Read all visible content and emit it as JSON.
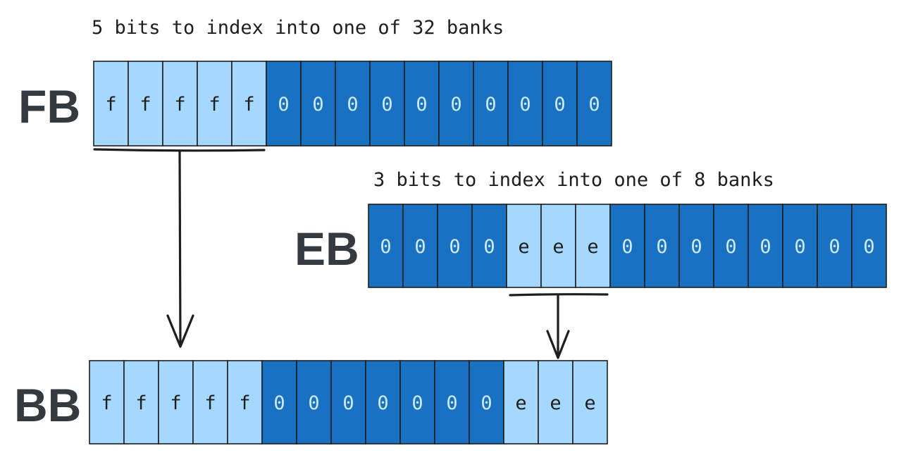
{
  "captions": {
    "fb": "5 bits to index into one of 32 banks",
    "eb": "3 bits to index into one of 8 banks"
  },
  "rows": [
    {
      "label": "FB",
      "bits": [
        "f",
        "f",
        "f",
        "f",
        "f",
        "0",
        "0",
        "0",
        "0",
        "0",
        "0",
        "0",
        "0",
        "0",
        "0"
      ]
    },
    {
      "label": "EB",
      "bits": [
        "0",
        "0",
        "0",
        "0",
        "e",
        "e",
        "e",
        "0",
        "0",
        "0",
        "0",
        "0",
        "0",
        "0",
        "0"
      ]
    },
    {
      "label": "BB",
      "bits": [
        "f",
        "f",
        "f",
        "f",
        "f",
        "0",
        "0",
        "0",
        "0",
        "0",
        "0",
        "0",
        "e",
        "e",
        "e"
      ]
    }
  ],
  "colors": {
    "highlight_cell": "#a5d8ff",
    "zero_cell": "#1971c2",
    "ink": "#1e1e1e"
  }
}
